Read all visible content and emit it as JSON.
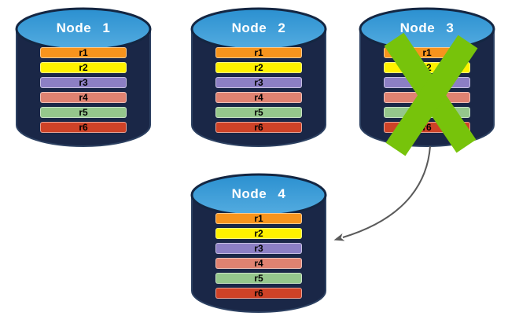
{
  "diagram": {
    "nodes": [
      {
        "title": "Node 1",
        "failed": false
      },
      {
        "title": "Node 2",
        "failed": false
      },
      {
        "title": "Node 3",
        "failed": true
      },
      {
        "title": "Node 4",
        "failed": false
      }
    ],
    "records": [
      {
        "label": "r1",
        "color": "#F7941D"
      },
      {
        "label": "r2",
        "color": "#FFF200"
      },
      {
        "label": "r3",
        "color": "#8C7FC4"
      },
      {
        "label": "r4",
        "color": "#DF8271"
      },
      {
        "label": "r5",
        "color": "#95C78C"
      },
      {
        "label": "r6",
        "color": "#CE4227"
      }
    ],
    "colors": {
      "cylinder_body": "#1A2747",
      "cylinder_edge": "#2C4061",
      "cylinder_top": "#2B90D0",
      "cylinder_top_light": "#54ACE0",
      "cylinder_top_stroke": "#142642",
      "title_text": "#FFFFFF",
      "record_text": "#000000",
      "failure_x": "#77C30B",
      "arrow": "#5A5A5A",
      "background": "#FFFFFF"
    }
  }
}
